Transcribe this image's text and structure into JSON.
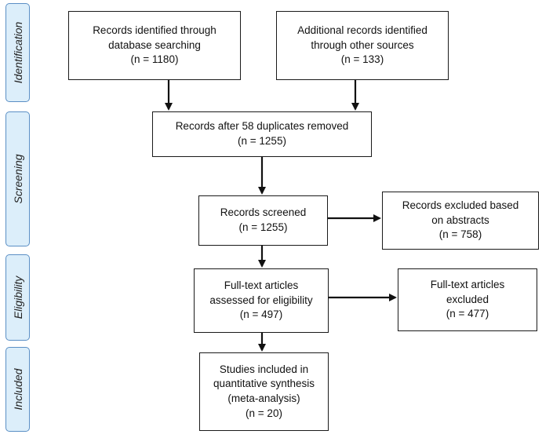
{
  "stages": {
    "identification": "Identification",
    "screening": "Screening",
    "eligibility": "Eligibility",
    "included": "Included"
  },
  "boxes": {
    "database_records": {
      "line1": "Records identified through",
      "line2": "database searching",
      "count": "(n = 1180)"
    },
    "other_records": {
      "line1": "Additional records identified",
      "line2": "through other sources",
      "count": "(n = 133)"
    },
    "after_duplicates": {
      "line1": "Records after  58 duplicates removed",
      "count": "(n = 1255)"
    },
    "screened": {
      "line1": "Records screened",
      "count": "(n = 1255)"
    },
    "excluded_abstracts": {
      "line1": "Records excluded  based",
      "line2": "on abstracts",
      "count": "(n = 758)"
    },
    "fulltext_assessed": {
      "line1": "Full-text articles",
      "line2": "assessed for eligibility",
      "count": "(n = 497)"
    },
    "fulltext_excluded": {
      "line1": "Full-text articles",
      "line2": "excluded",
      "count": "(n = 477)"
    },
    "included": {
      "line1": "Studies included in",
      "line2": "quantitative synthesis",
      "line3": "(meta-analysis)",
      "count": "(n = 20)"
    }
  },
  "colors": {
    "stage_fill": "#dceefa",
    "stage_border": "#5b8fc5",
    "box_border": "#1a1a1a",
    "arrow": "#111111"
  }
}
